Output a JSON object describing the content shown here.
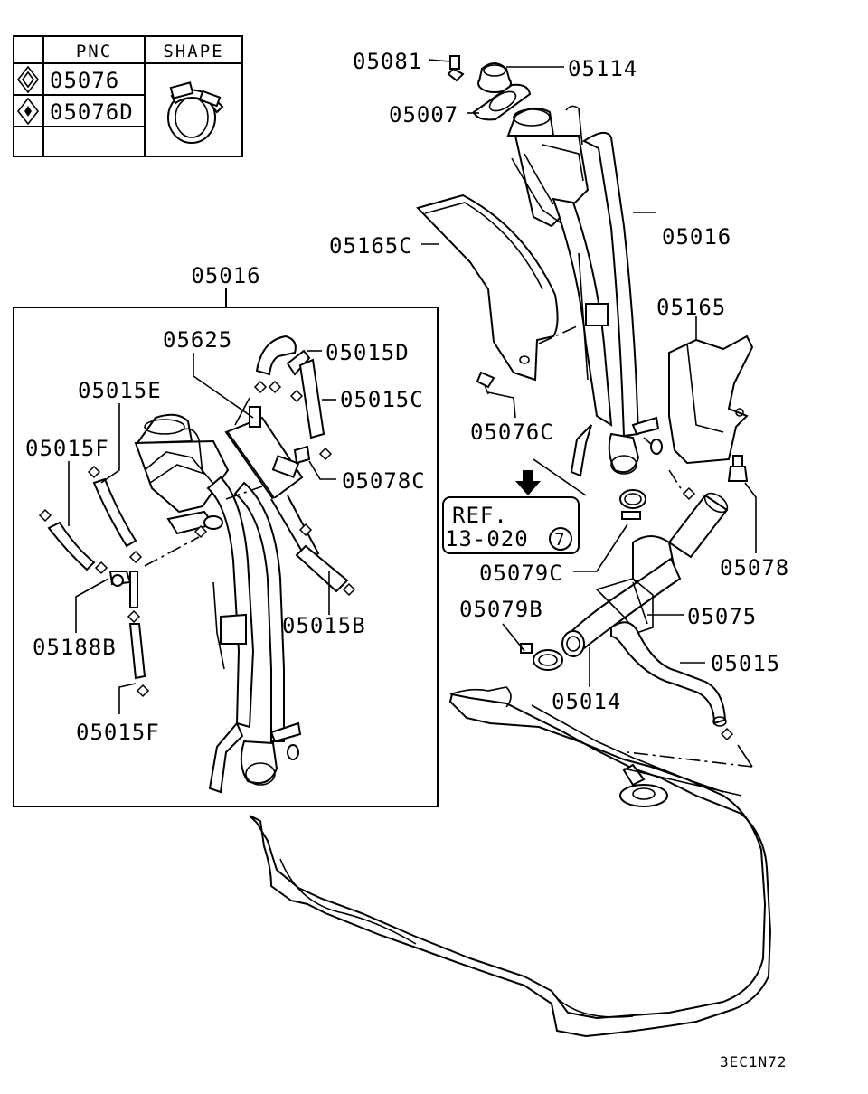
{
  "legend": {
    "headers": {
      "col_pnc": "PNC",
      "col_shape": "SHAPE"
    },
    "rows": [
      {
        "pnc": "05076"
      },
      {
        "pnc": "05076D"
      }
    ]
  },
  "inset": {
    "title": "05016"
  },
  "ref_box": {
    "line1": "REF.",
    "line2": "13-020",
    "circled": "7"
  },
  "diagram_code": "3EC1N72",
  "callouts": {
    "c05081": "05081",
    "c05114": "05114",
    "c05007": "05007",
    "c05016_main": "05016",
    "c05165C": "05165C",
    "c05165": "05165",
    "c05076C": "05076C",
    "c05078": "05078",
    "c05079C": "05079C",
    "c05079B": "05079B",
    "c05075": "05075",
    "c05015": "05015",
    "c05014": "05014",
    "c05625": "05625",
    "c05015D": "05015D",
    "c05015C": "05015C",
    "c05015E": "05015E",
    "c05015F_top": "05015F",
    "c05078C": "05078C",
    "c05015B": "05015B",
    "c05188B": "05188B",
    "c05015F_bottom": "05015F"
  }
}
